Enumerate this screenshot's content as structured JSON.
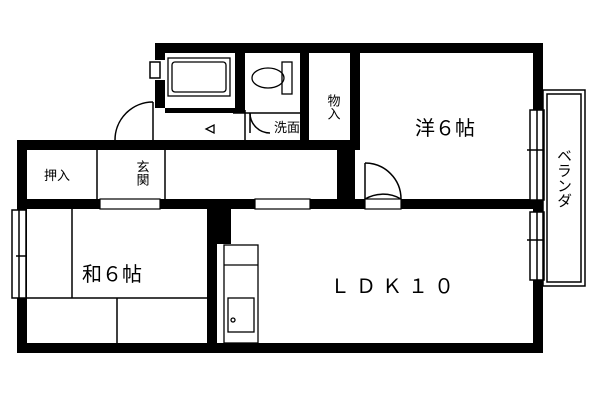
{
  "rooms": {
    "western_room": "洋６帖",
    "japanese_room": "和６帖",
    "ldk": "ＬＤＫ１０"
  },
  "labels": {
    "closet_oshiire": "押入",
    "storage_monoire": "物入",
    "washroom": "洗面",
    "entrance": "玄関",
    "veranda": "ベランダ"
  },
  "colors": {
    "wall": "#000000",
    "background": "#ffffff",
    "fixture": "#000000"
  }
}
